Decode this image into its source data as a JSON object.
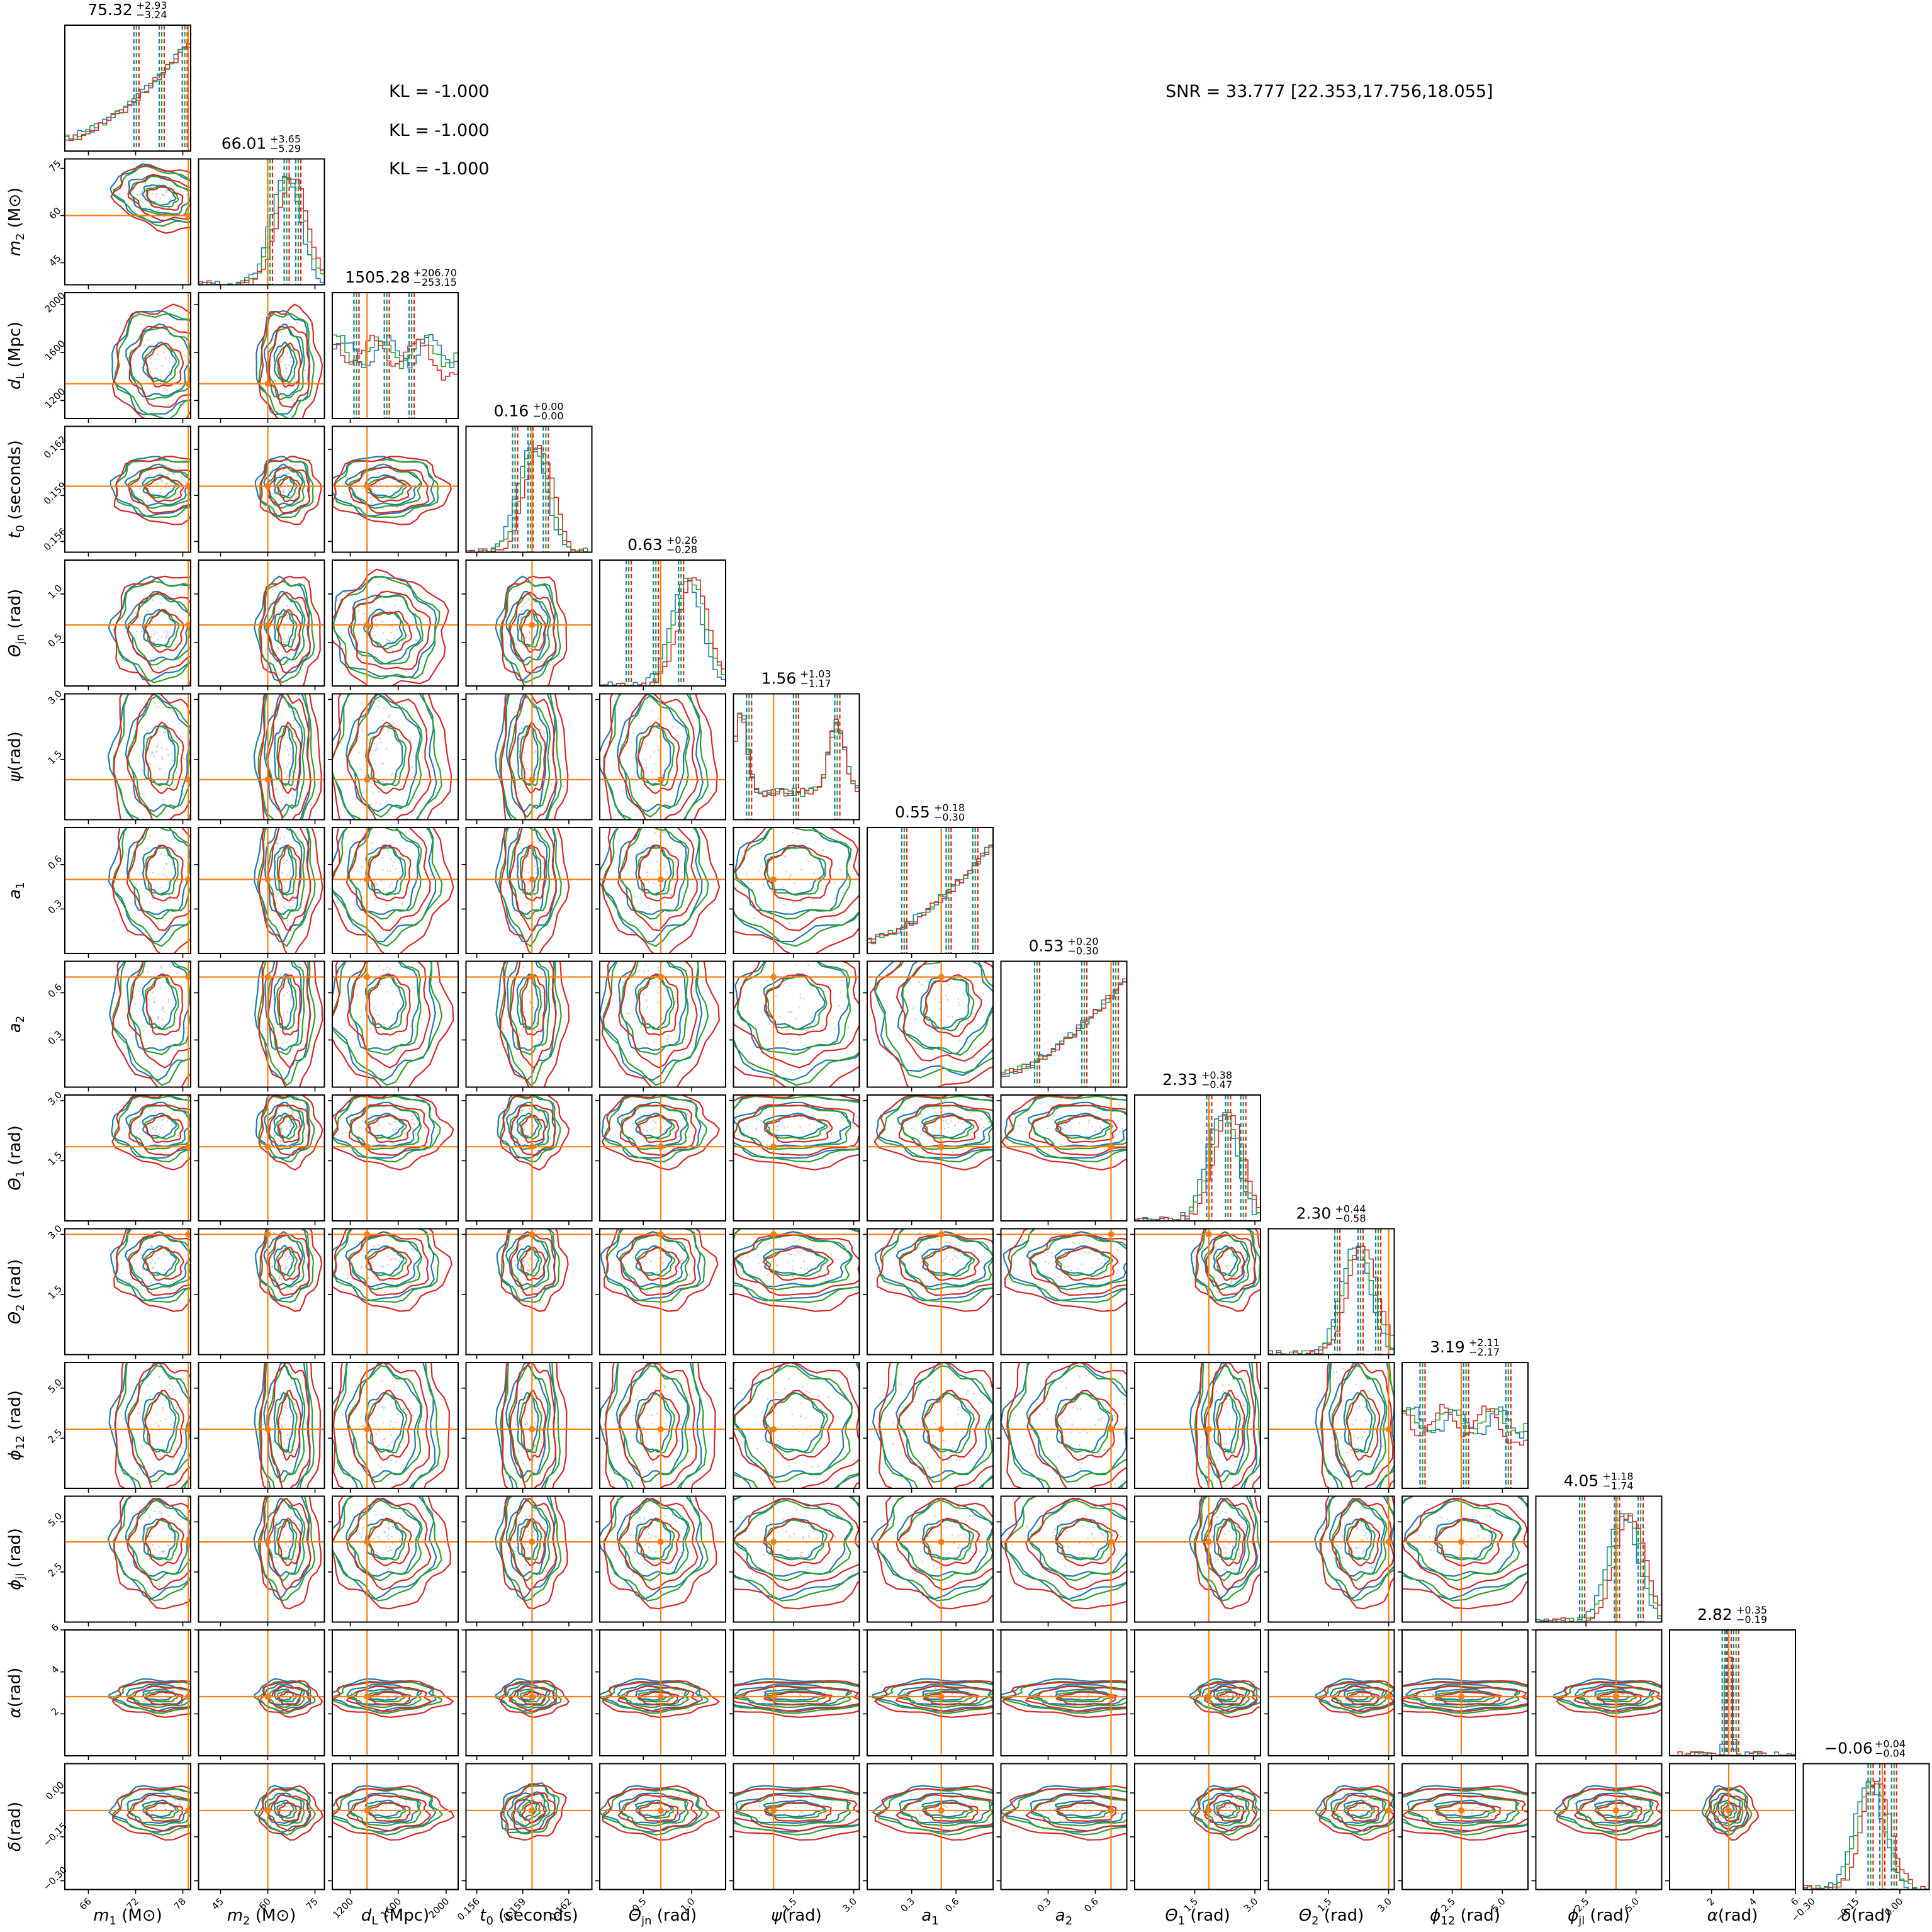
{
  "notes": {
    "kl": [
      "KL = -1.000",
      "KL = -1.000",
      "KL = -1.000"
    ],
    "snr": "SNR = 33.777 [22.353,17.756,18.055]"
  },
  "chart_data": {
    "type": "corner",
    "colors": {
      "truth": "#ff7f0e",
      "run_blue": "#1f77b4",
      "run_green": "#2ca02c",
      "run_red": "#d62728",
      "scatter": "#aaaaaa"
    },
    "parameters": [
      {
        "key": "m1",
        "label_main": "m",
        "label_sub": "1",
        "label_unit": "(M⊙)",
        "range": [
          63,
          79
        ],
        "ticks": [
          66,
          72,
          78
        ],
        "tick_labels": [
          "66",
          "72",
          "78"
        ],
        "truth": 78.7,
        "median": "75.32",
        "plus": "+2.93",
        "minus": "−3.24",
        "q": [
          72.1,
          75.32,
          78.25
        ],
        "hist": "rise"
      },
      {
        "key": "m2",
        "label_main": "m",
        "label_sub": "2",
        "label_unit": "(M⊙)",
        "range": [
          38,
          78
        ],
        "ticks": [
          45,
          60,
          75
        ],
        "tick_labels": [
          "45",
          "60",
          "75"
        ],
        "truth": 60.0,
        "median": "66.01",
        "plus": "+3.65",
        "minus": "−5.29",
        "q": [
          60.7,
          66.01,
          69.7
        ],
        "hist": "peak_right"
      },
      {
        "key": "dL",
        "label_main": "d",
        "label_sub": "L",
        "label_unit": "(Mpc)",
        "range": [
          1050,
          2100
        ],
        "ticks": [
          1200,
          1600,
          2000
        ],
        "tick_labels": [
          "1200",
          "1600",
          "2000"
        ],
        "truth": 1340,
        "median": "1505.28",
        "plus": "+206.70",
        "minus": "−253.15",
        "q": [
          1252,
          1505,
          1712
        ],
        "hist": "flat"
      },
      {
        "key": "t0",
        "label_main": "t",
        "label_sub": "0",
        "label_unit": "(seconds)",
        "range": [
          0.1553,
          0.1635
        ],
        "ticks": [
          0.156,
          0.159,
          0.162
        ],
        "tick_labels": [
          "0.156",
          "0.159",
          "0.162"
        ],
        "truth": 0.1596,
        "median": "0.16",
        "plus": "+0.00",
        "minus": "−0.00",
        "q": [
          0.1585,
          0.1595,
          0.1605
        ],
        "hist": "gauss"
      },
      {
        "key": "thetajn",
        "label_main": "Θ",
        "label_sub": "jn",
        "label_unit": "(rad)",
        "range": [
          0.05,
          1.35
        ],
        "ticks": [
          0.5,
          1.0
        ],
        "tick_labels": [
          "0.5",
          "1.0"
        ],
        "truth": 0.68,
        "median": "0.63",
        "plus": "+0.26",
        "minus": "−0.28",
        "q": [
          0.35,
          0.63,
          0.89
        ],
        "hist": "peak_right"
      },
      {
        "key": "psi",
        "label_main": "ψ",
        "label_sub": "",
        "label_unit": "(rad)",
        "range": [
          0.0,
          3.14
        ],
        "ticks": [
          1.5,
          3.0
        ],
        "tick_labels": [
          "1.5",
          "3.0"
        ],
        "truth": 1.0,
        "median": "1.56",
        "plus": "+1.03",
        "minus": "−1.17",
        "q": [
          0.39,
          1.56,
          2.59
        ],
        "hist": "bimodal"
      },
      {
        "key": "a1",
        "label_main": "a",
        "label_sub": "1",
        "label_unit": "",
        "range": [
          0.0,
          0.85
        ],
        "ticks": [
          0.3,
          0.6
        ],
        "tick_labels": [
          "0.3",
          "0.6"
        ],
        "truth": 0.5,
        "median": "0.55",
        "plus": "+0.18",
        "minus": "−0.30",
        "q": [
          0.25,
          0.55,
          0.73
        ],
        "hist": "rise"
      },
      {
        "key": "a2",
        "label_main": "a",
        "label_sub": "2",
        "label_unit": "",
        "range": [
          0.0,
          0.8
        ],
        "ticks": [
          0.3,
          0.6
        ],
        "tick_labels": [
          "0.3",
          "0.6"
        ],
        "truth": 0.7,
        "median": "0.53",
        "plus": "+0.20",
        "minus": "−0.30",
        "q": [
          0.23,
          0.53,
          0.73
        ],
        "hist": "rise"
      },
      {
        "key": "theta1",
        "label_main": "Θ",
        "label_sub": "1",
        "label_unit": "(rad)",
        "range": [
          0.0,
          3.14
        ],
        "ticks": [
          1.5,
          3.0
        ],
        "tick_labels": [
          "1.5",
          "3.0"
        ],
        "truth": 1.85,
        "median": "2.33",
        "plus": "+0.38",
        "minus": "−0.47",
        "q": [
          1.86,
          2.33,
          2.71
        ],
        "hist": "peak_right"
      },
      {
        "key": "theta2",
        "label_main": "Θ",
        "label_sub": "2",
        "label_unit": "(rad)",
        "range": [
          0.0,
          3.14
        ],
        "ticks": [
          1.5,
          3.0
        ],
        "tick_labels": [
          "1.5",
          "3.0"
        ],
        "truth": 3.0,
        "median": "2.30",
        "plus": "+0.44",
        "minus": "−0.58",
        "q": [
          1.72,
          2.3,
          2.74
        ],
        "hist": "peak_right"
      },
      {
        "key": "phi12",
        "label_main": "ϕ",
        "label_sub": "12",
        "label_unit": "(rad)",
        "range": [
          0.0,
          6.28
        ],
        "ticks": [
          2.5,
          5.0
        ],
        "tick_labels": [
          "2.5",
          "5.0"
        ],
        "truth": 2.95,
        "median": "3.19",
        "plus": "+2.11",
        "minus": "−2.17",
        "q": [
          1.02,
          3.19,
          5.3
        ],
        "hist": "flat"
      },
      {
        "key": "phijl",
        "label_main": "ϕ",
        "label_sub": "jl",
        "label_unit": "(rad)",
        "range": [
          0.0,
          6.28
        ],
        "ticks": [
          2.5,
          5.0
        ],
        "tick_labels": [
          "2.5",
          "5.0"
        ],
        "truth": 4.0,
        "median": "4.05",
        "plus": "+1.18",
        "minus": "−1.74",
        "q": [
          2.31,
          4.05,
          5.23
        ],
        "hist": "peak_right"
      },
      {
        "key": "alpha",
        "label_main": "α",
        "label_sub": "",
        "label_unit": "(rad)",
        "range": [
          0.0,
          6.0
        ],
        "ticks": [
          2,
          4,
          6
        ],
        "tick_labels": [
          "2",
          "4",
          "6"
        ],
        "truth": 2.82,
        "median": "2.82",
        "plus": "+0.35",
        "minus": "−0.19",
        "q": [
          2.63,
          2.82,
          3.17
        ],
        "hist": "spike"
      },
      {
        "key": "delta",
        "label_main": "δ",
        "label_sub": "",
        "label_unit": "(rad)",
        "range": [
          -0.33,
          0.1
        ],
        "ticks": [
          -0.3,
          -0.15,
          0.0
        ],
        "tick_labels": [
          "−0.30",
          "−0.15",
          "0.00"
        ],
        "truth": -0.06,
        "median": "−0.06",
        "plus": "+0.04",
        "minus": "−0.04",
        "q": [
          -0.1,
          -0.06,
          -0.02
        ],
        "hist": "gauss"
      }
    ],
    "grid_on": false,
    "legend": "none"
  }
}
